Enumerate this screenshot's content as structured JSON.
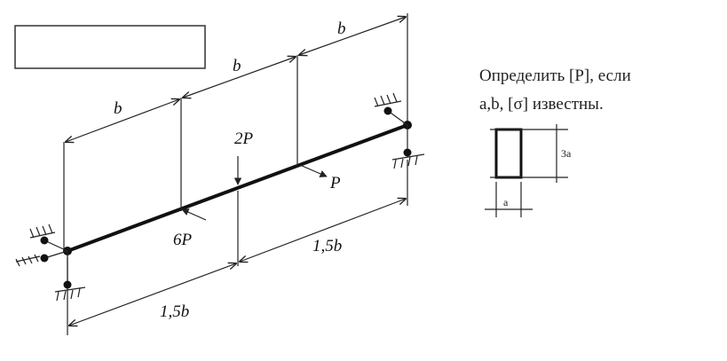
{
  "task": {
    "line1": "Определить [P], если",
    "line2": "a,b, [σ] известны."
  },
  "dimensions": {
    "b1": "b",
    "b2": "b",
    "b3": "b",
    "bottom_left": "1,5b",
    "bottom_right": "1,5b"
  },
  "loads": {
    "two_p": "2P",
    "six_p": "6P",
    "p": "P"
  },
  "section": {
    "height_label": "3a",
    "width_label": "a"
  }
}
